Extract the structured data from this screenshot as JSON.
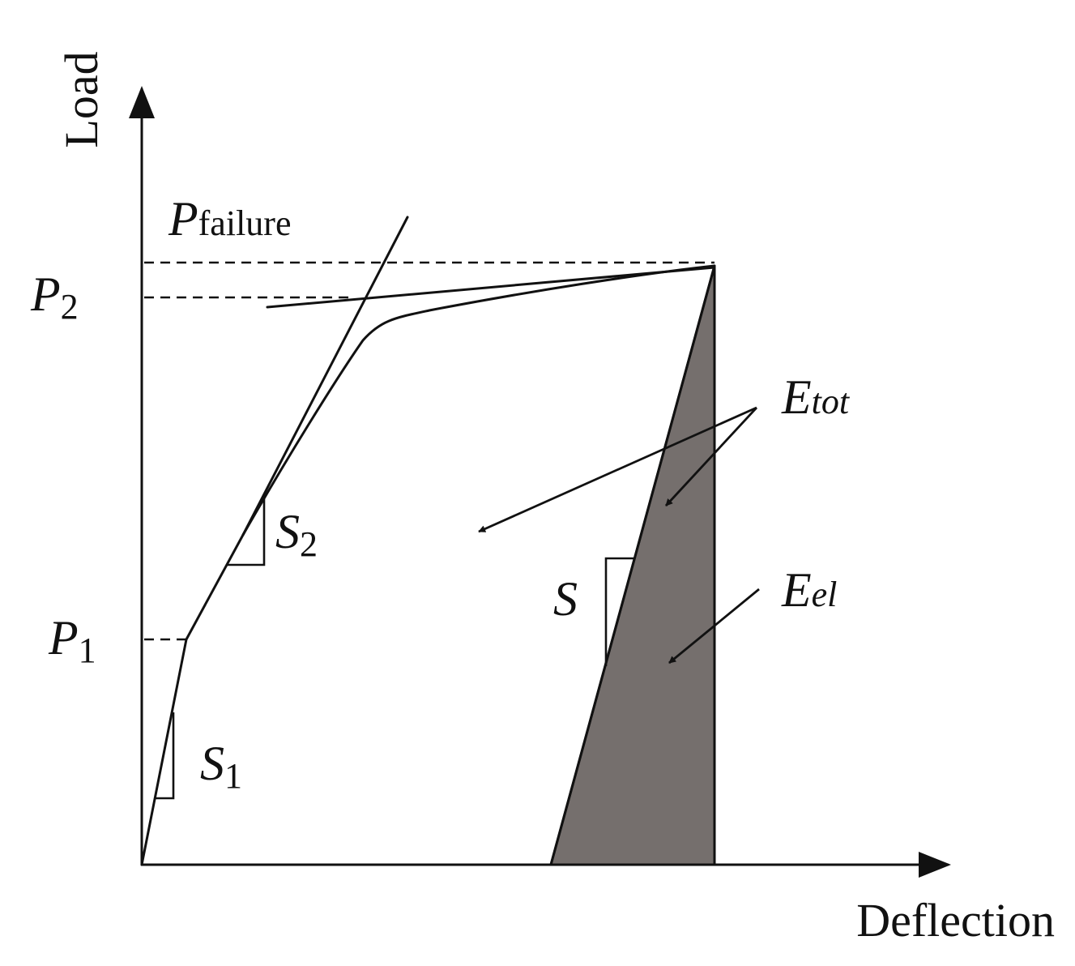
{
  "axes": {
    "x_label": "Deflection",
    "y_label": "Load"
  },
  "labels": {
    "p_failure_main": "P",
    "p_failure_sub": "failure",
    "p2_main": "P",
    "p2_sub": "2",
    "p1_main": "P",
    "p1_sub": "1",
    "s1_main": "S",
    "s1_sub": "1",
    "s2_main": "S",
    "s2_sub": "2",
    "s": "S",
    "etot_main": "E",
    "etot_sub": "tot",
    "eel_main": "E",
    "eel_sub": "el"
  },
  "colors": {
    "line": "#111111",
    "elastic_energy_fill": "#756f6d"
  }
}
